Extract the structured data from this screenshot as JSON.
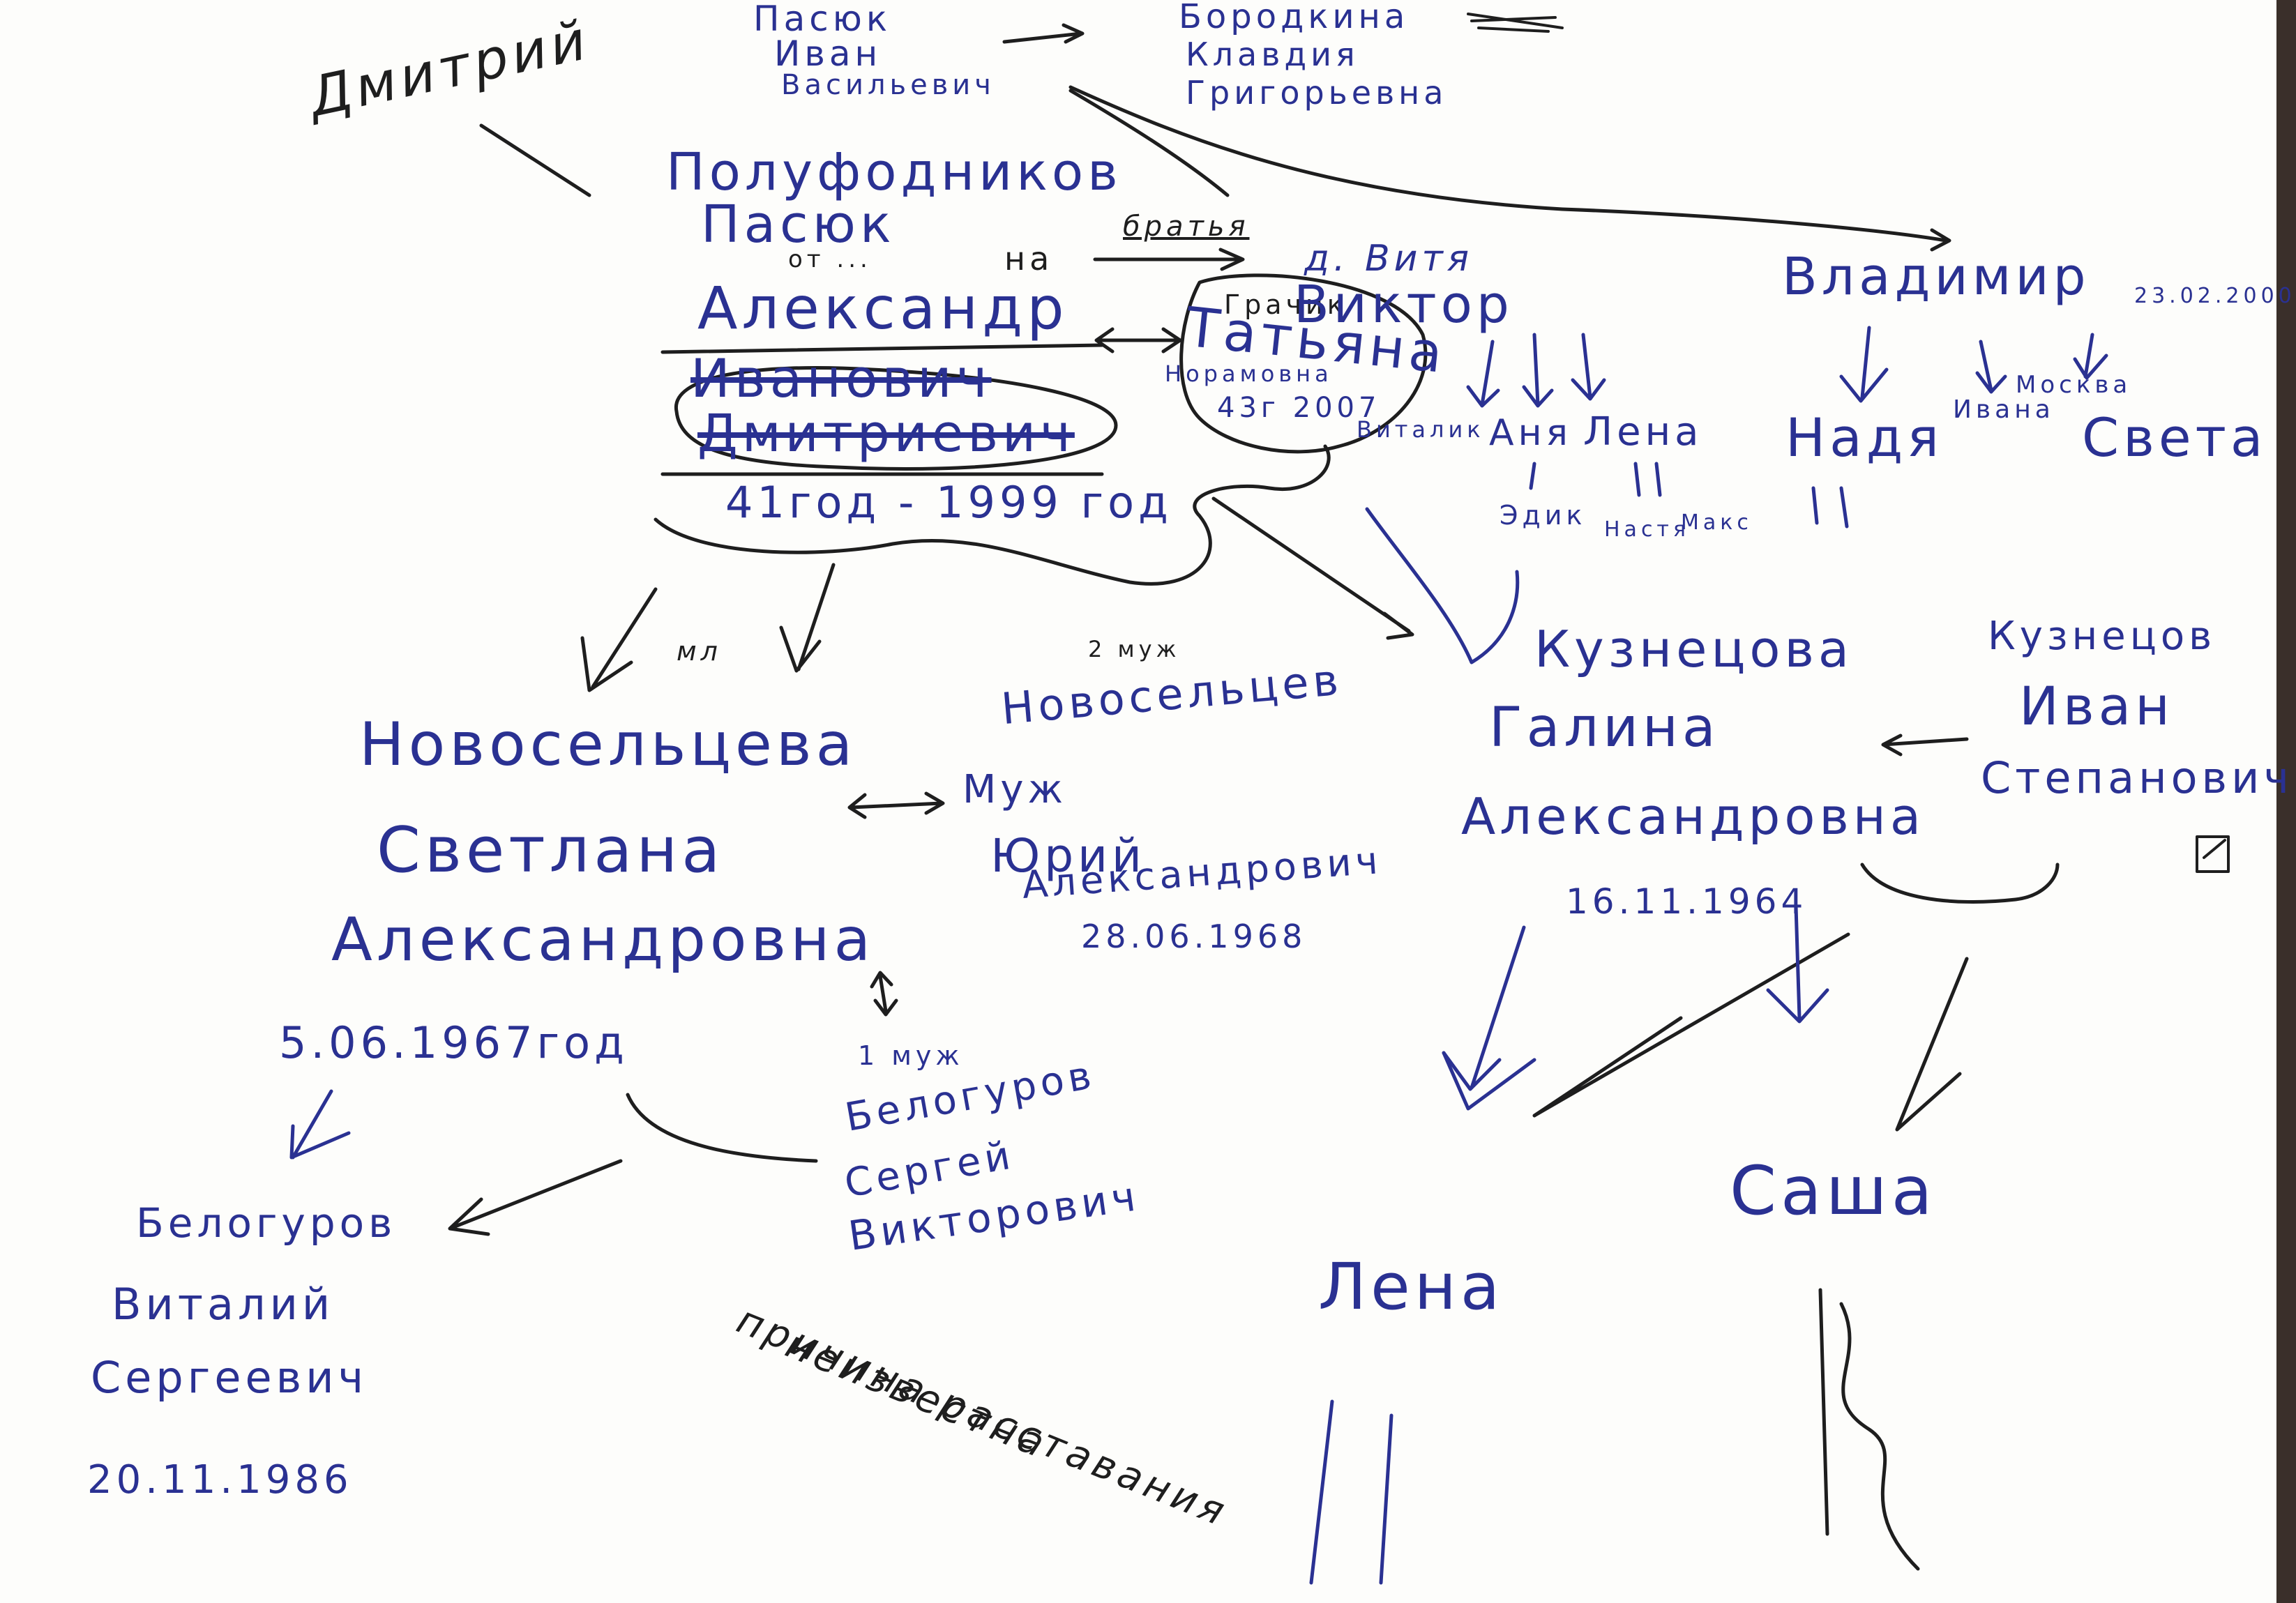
{
  "colors": {
    "paper": "#fdfdfb",
    "black_ink": "#1e1e1e",
    "blue_ink": "#2a3192",
    "background": "#3a2f2a"
  },
  "top": {
    "dmitry": "Дмитрий",
    "pasyuk_ivan": [
      "Пасюк",
      "Иван",
      "Васильевич"
    ],
    "borodkina": [
      "Бородкина",
      "Клавдия",
      "Григорьевна"
    ]
  },
  "center_left": {
    "surname1": "Полуфодников",
    "surname2": "Пасюк",
    "note_small": "от ...",
    "na": "на",
    "bratya": "братья",
    "name": "Александр",
    "struck_patronymic": "Иванович",
    "struck_patronymic2": "Дмитриевич",
    "years": "41год - 1999 год"
  },
  "tatyana": {
    "label": "Грачик",
    "name": "Татьяна",
    "patronymic": "Норамовна",
    "death": "43г 2007"
  },
  "viktor": {
    "small": "д. Витя",
    "name": "Виктор",
    "children": [
      "Виталик",
      "Аня",
      "Лена"
    ],
    "grandchildren": [
      "Эдик",
      "Настя",
      "Макс"
    ]
  },
  "vladimir": {
    "name": "Владимир",
    "date": "23.02.2000",
    "children": [
      "Надя",
      "Ивана",
      "Света"
    ],
    "note": "Москва"
  },
  "svetlana": {
    "ml": "мл",
    "surname": "Новосельцева",
    "name": "Светлана",
    "patronymic": "Александровна",
    "birth": "5.06.1967год"
  },
  "yury": {
    "label2": "2 муж",
    "surname": "Новосельцев",
    "label": "Муж",
    "name": "Юрий",
    "patronymic": "Александрович",
    "birth": "28.06.1968"
  },
  "sergey": {
    "label": "1 муж",
    "surname": "Белогуров",
    "name": "Сергей",
    "patronymic": "Викторович"
  },
  "vitaly": {
    "surname": "Белогуров",
    "name": "Виталий",
    "patronymic": "Сергеевич",
    "birth": "20.11.1986"
  },
  "unknown_note": [
    "причина расставания",
    "неизвестна"
  ],
  "galina": {
    "surname": "Кузнецова",
    "name": "Галина",
    "patronymic": "Александровна",
    "birth": "16.11.1964"
  },
  "ivan_k": {
    "surname": "Кузнецов",
    "name": "Иван",
    "patronymic": "Степанович"
  },
  "children_bottom": {
    "lena": "Лена",
    "sasha": "Саша"
  }
}
